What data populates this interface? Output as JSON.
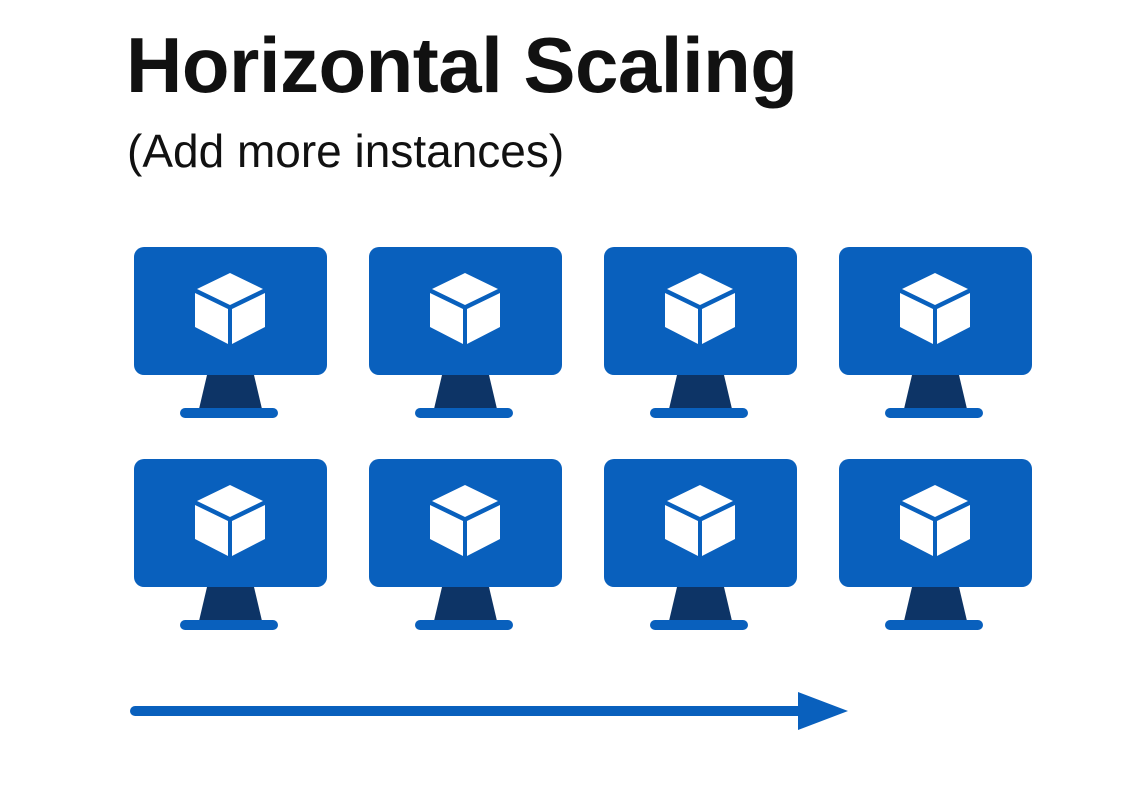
{
  "diagram": {
    "title": "Horizontal Scaling",
    "subtitle": "(Add more instances)",
    "instances": {
      "rows": 2,
      "columns": 4,
      "icon": "monitor-with-cube-icon"
    },
    "arrow_icon": "right-arrow-icon"
  },
  "colors": {
    "accent": "#0960BD",
    "stand": "#0D3466",
    "text": "#111111",
    "background": "#FFFFFF"
  }
}
